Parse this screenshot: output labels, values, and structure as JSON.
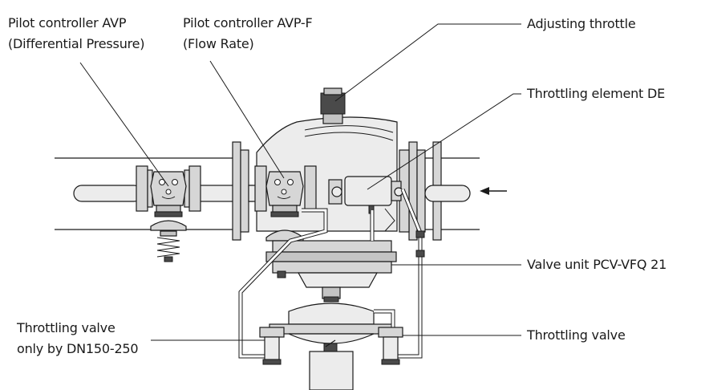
{
  "labels": {
    "avp_line1": "Pilot controller  AVP",
    "avp_line2": "(Differential Pressure)",
    "avpf_line1": "Pilot controller  AVP-F",
    "avpf_line2": "(Flow Rate)",
    "adjusting_throttle": "Adjusting throttle",
    "throttling_element": "Throttling element DE",
    "valve_unit": "Valve unit PCV-VFQ 21",
    "throttling_valve_left_line1": "Throttling valve",
    "throttling_valve_left_line2": "only by DN150-250",
    "throttling_valve_right": "Throttling valve"
  },
  "icons": {
    "flow_direction": "arrow-left-icon"
  }
}
